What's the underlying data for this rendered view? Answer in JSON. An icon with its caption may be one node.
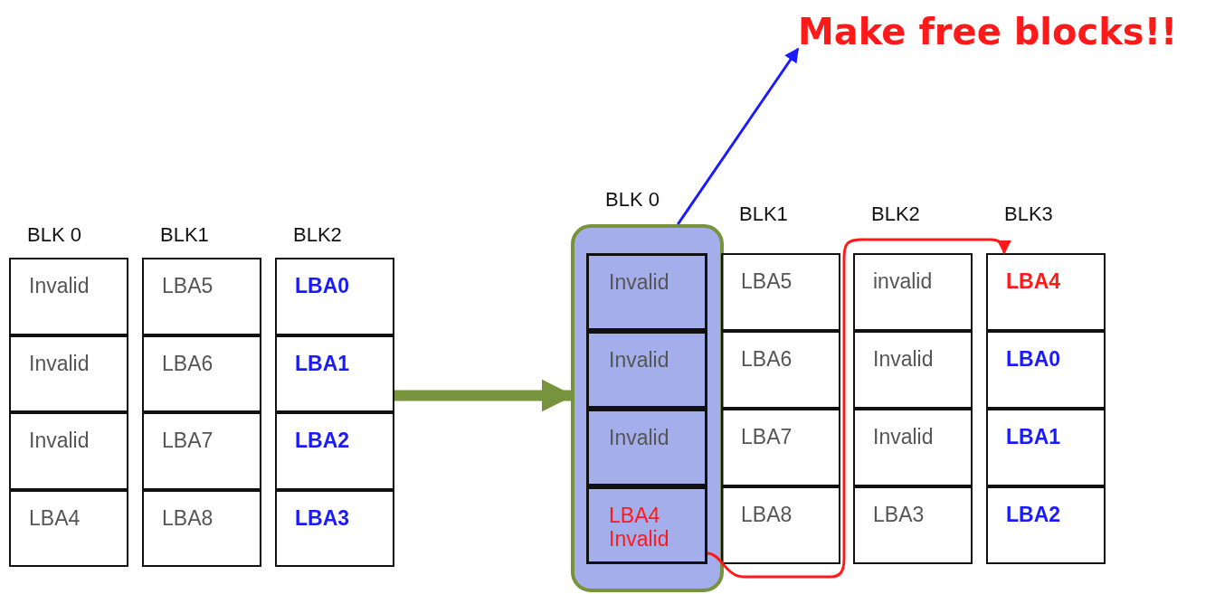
{
  "diagram": {
    "nodes": [
      {
        "text": [
          "Make free blocks!!"
        ]
      },
      {
        "text": [
          "BLK 0"
        ]
      },
      {
        "text": [
          "Invalid"
        ],
        "in": 1
      },
      {
        "text": [
          "Invalid"
        ],
        "in": 1
      },
      {
        "text": [
          "Invalid"
        ],
        "in": 1
      },
      {
        "text": [
          "LBA4"
        ],
        "in": 1
      },
      {
        "text": [
          "BLK1"
        ]
      },
      {
        "text": [
          "LBA5"
        ],
        "in": 6
      },
      {
        "text": [
          "LBA6"
        ],
        "in": 6
      },
      {
        "text": [
          "LBA7"
        ],
        "in": 6
      },
      {
        "text": [
          "LBA8"
        ],
        "in": 6
      },
      {
        "text": [
          "BLK2"
        ]
      },
      {
        "text": [
          "LBA0"
        ],
        "in": 11
      },
      {
        "text": [
          "LBA1"
        ],
        "in": 11
      },
      {
        "text": [
          "LBA2"
        ],
        "in": 11
      },
      {
        "text": [
          "LBA3"
        ],
        "in": 11
      },
      {
        "text": [
          "BLK 0"
        ]
      },
      {
        "text": [
          "Invalid"
        ],
        "in": 16
      },
      {
        "text": [
          "Invalid"
        ],
        "in": 16
      },
      {
        "text": [
          "Invalid"
        ],
        "in": 16
      },
      {
        "text": [
          "LBA4 Invalid"
        ],
        "in": 16
      },
      {
        "text": [
          "BLK1"
        ]
      },
      {
        "text": [
          "LBA5"
        ],
        "in": 21
      },
      {
        "text": [
          "LBA6"
        ],
        "in": 21
      },
      {
        "text": [
          "LBA7"
        ],
        "in": 21
      },
      {
        "text": [
          "LBA8"
        ],
        "in": 21
      },
      {
        "text": [
          "BLK2"
        ]
      },
      {
        "text": [
          "invalid"
        ],
        "in": 26
      },
      {
        "text": [
          "Invalid"
        ],
        "in": 26
      },
      {
        "text": [
          "Invalid"
        ],
        "in": 26
      },
      {
        "text": [
          "LBA3"
        ],
        "in": 26
      },
      {
        "text": [
          "BLK3"
        ]
      },
      {
        "text": [
          "LBA4"
        ],
        "in": 31
      },
      {
        "text": [
          "LBA0"
        ],
        "in": 31
      },
      {
        "text": [
          "LBA1"
        ],
        "in": 31
      },
      {
        "text": [
          "LBA2"
        ],
        "in": 31
      }
    ],
    "edges": [
      {
        "from": 11,
        "to": 16,
        "arrow": "to",
        "style": "thick",
        "color": "#77933c"
      },
      {
        "from": 16,
        "to": 0,
        "arrow": "to",
        "color": "#1a1aff"
      },
      {
        "from": 20,
        "to": 32,
        "arrow": "to",
        "color": "#ff1a1a"
      }
    ]
  }
}
